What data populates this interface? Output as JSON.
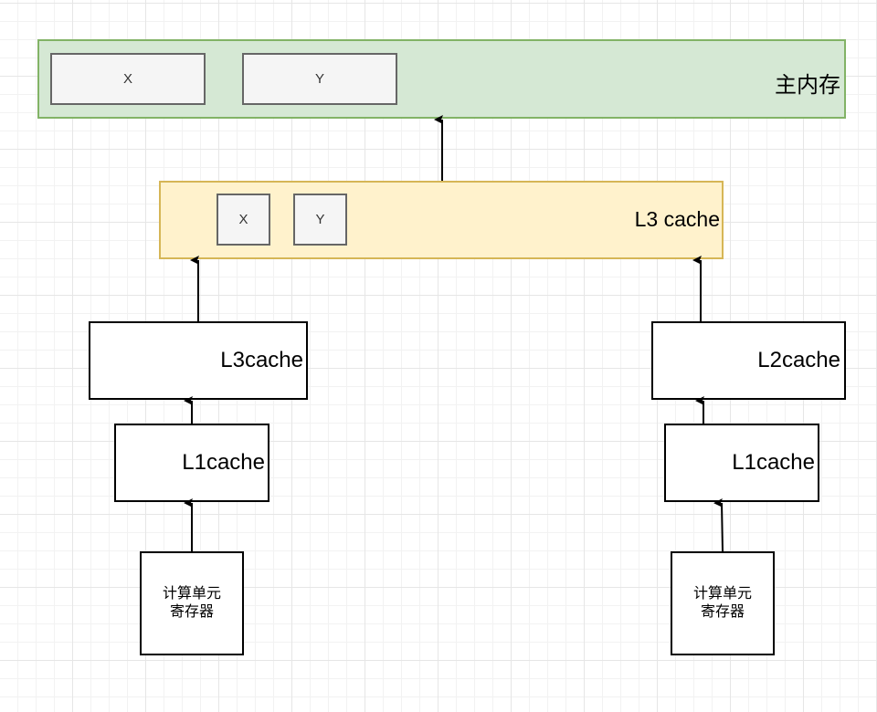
{
  "main_memory": {
    "label": "主内存",
    "cell_x": "X",
    "cell_y": "Y"
  },
  "l3_cache": {
    "label": "L3 cache",
    "cell_x": "X",
    "cell_y": "Y"
  },
  "left_core": {
    "upper_cache": "L3cache",
    "l1_cache": "L1cache",
    "register_line1": "计算单元",
    "register_line2": "寄存器"
  },
  "right_core": {
    "upper_cache": "L2cache",
    "l1_cache": "L1cache",
    "register_line1": "计算单元",
    "register_line2": "寄存器"
  },
  "colors": {
    "memory_fill": "#d5e8d4",
    "memory_border": "#82b366",
    "l3_fill": "#fff2cc",
    "l3_border": "#d6b656",
    "cell_fill": "#f5f5f5",
    "cell_border": "#666666"
  }
}
